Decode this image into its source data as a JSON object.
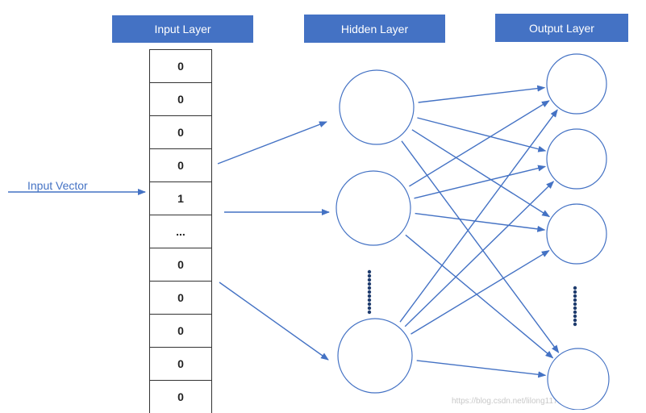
{
  "headers": {
    "input": "Input Layer",
    "hidden": "Hidden Layer",
    "output": "Output Layer"
  },
  "input_vector_label": "Input Vector",
  "vector_cells": [
    "0",
    "0",
    "0",
    "0",
    "1",
    "...",
    "0",
    "0",
    "0",
    "0",
    "0"
  ],
  "watermark": "https://blog.csdn.net/lilong117194",
  "colors": {
    "header_fill": "#4472c4",
    "arrow": "#4472c4",
    "node_stroke": "#4472c4"
  }
}
